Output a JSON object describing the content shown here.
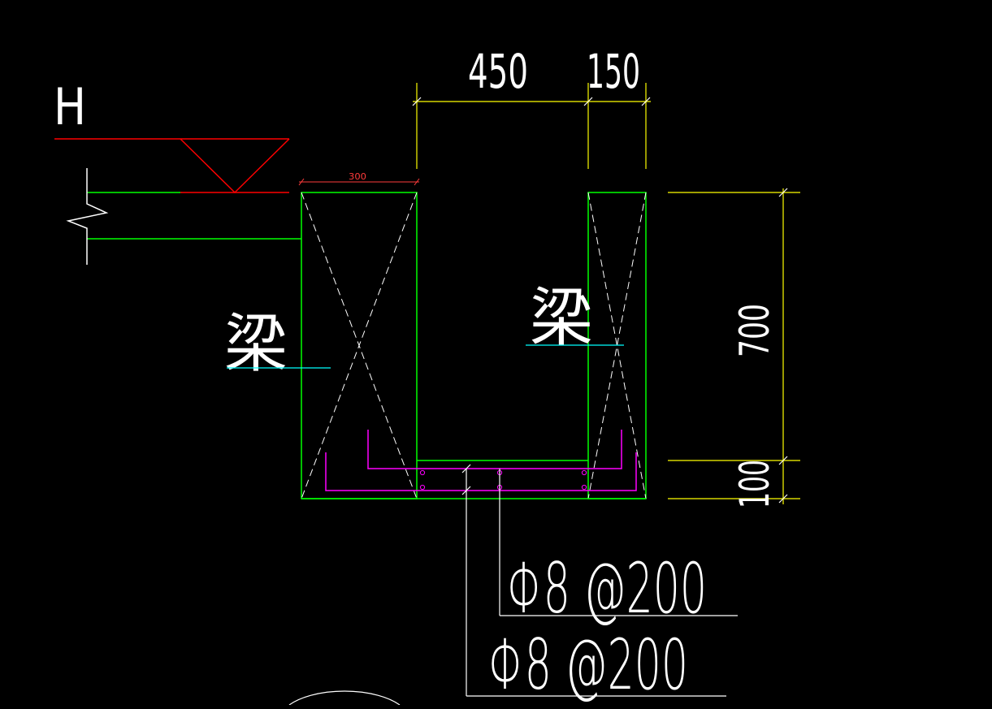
{
  "drawing": {
    "elevation_mark": "H",
    "dims": {
      "top_gap": "450",
      "top_wall": "150",
      "left_beam_width": "300",
      "height": "700",
      "slab": "100"
    },
    "beam_label_left": "梁",
    "beam_label_right": "梁",
    "rebar_upper": "Φ8 @200",
    "rebar_lower": "Φ8 @200"
  },
  "colors": {
    "background": "#000000",
    "outline": "#00ff00",
    "dimension": "#ffff00",
    "rebar": "#ff00ff",
    "leader": "#ffffff",
    "level_mark": "#ff0000",
    "label_line": "#00ffff",
    "small_dim": "#ff3b3b"
  }
}
